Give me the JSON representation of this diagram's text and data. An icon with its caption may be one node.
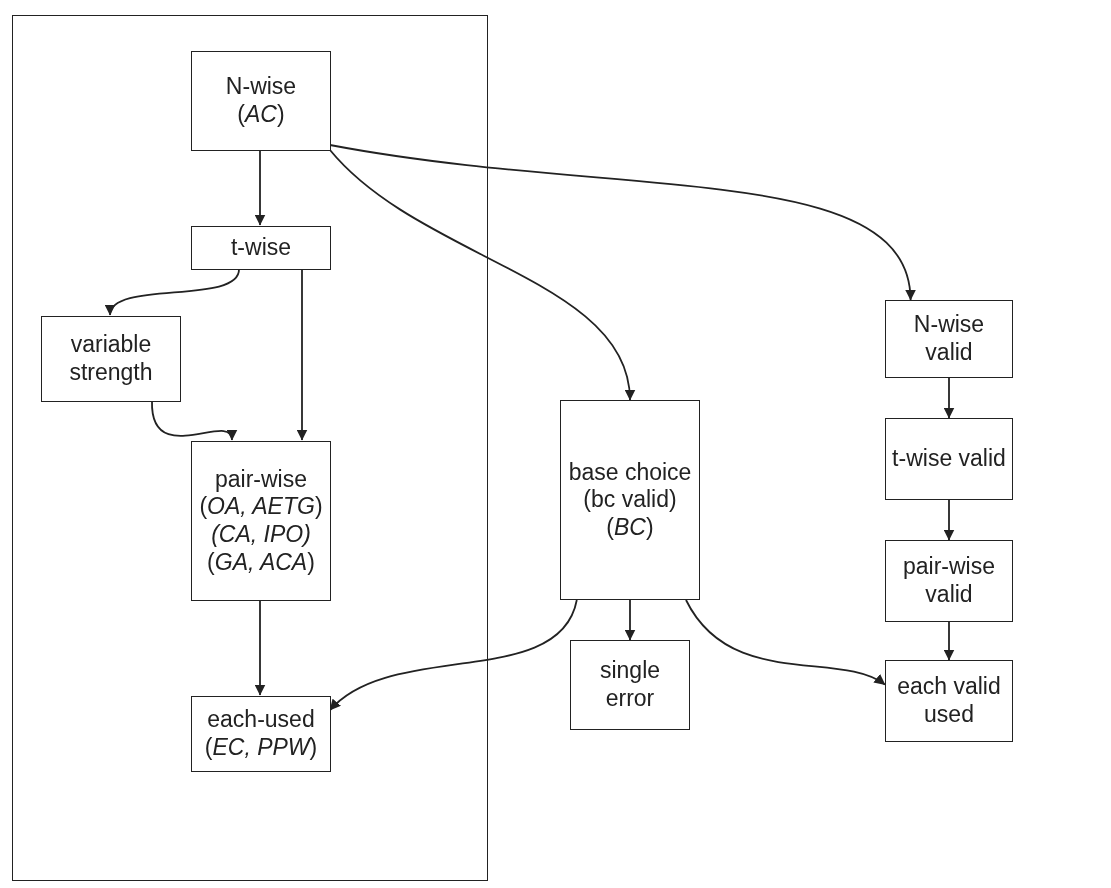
{
  "diagram": {
    "nodes": [
      {
        "text": [],
        "shape": "box"
      },
      {
        "text": [
          "N-wise",
          "(*AC*)"
        ],
        "in": 0
      },
      {
        "text": [
          "t-wise"
        ],
        "in": 0
      },
      {
        "text": [
          "variable strength"
        ],
        "in": 0
      },
      {
        "text": [
          "pair-wise",
          "(*OA, AETG*)",
          "*(CA, IPO)*",
          "(*GA, ACA*)"
        ],
        "in": 0
      },
      {
        "text": [
          "each-used",
          "(*EC, PPW*)"
        ],
        "in": 0
      },
      {
        "text": [
          "base choice (bc valid)",
          "(*BC*)"
        ]
      },
      {
        "text": [
          "single error"
        ]
      },
      {
        "text": [
          "N-wise valid"
        ]
      },
      {
        "text": [
          "t-wise valid"
        ]
      },
      {
        "text": [
          "pair-wise valid"
        ]
      },
      {
        "text": [
          "each valid used"
        ]
      }
    ],
    "edges": [
      {
        "from": 1,
        "to": 2,
        "arrow": "to"
      },
      {
        "from": 2,
        "to": 3,
        "arrow": "to"
      },
      {
        "from": 2,
        "to": 4,
        "arrow": "to"
      },
      {
        "from": 3,
        "to": 4,
        "arrow": "to"
      },
      {
        "from": 4,
        "to": 5,
        "arrow": "to"
      },
      {
        "from": 1,
        "to": 6,
        "arrow": "to"
      },
      {
        "from": 1,
        "to": 8,
        "arrow": "to"
      },
      {
        "from": 6,
        "to": 5,
        "arrow": "to"
      },
      {
        "from": 6,
        "to": 7,
        "arrow": "to"
      },
      {
        "from": 6,
        "to": 11,
        "arrow": "to"
      },
      {
        "from": 8,
        "to": 9,
        "arrow": "to"
      },
      {
        "from": 9,
        "to": 10,
        "arrow": "to"
      },
      {
        "from": 10,
        "to": 11,
        "arrow": "to"
      }
    ]
  }
}
